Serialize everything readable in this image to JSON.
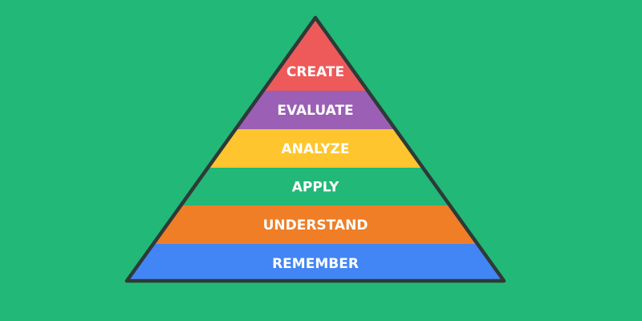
{
  "background_color": "#22b877",
  "outline_color": "#2e3a38",
  "levels": [
    {
      "label": "CREATE",
      "color": "#ee5a5a"
    },
    {
      "label": "EVALUATE",
      "color": "#9b5fb5"
    },
    {
      "label": "ANALYZE",
      "color": "#fec52e"
    },
    {
      "label": "APPLY",
      "color": "#22b877"
    },
    {
      "label": "UNDERSTAND",
      "color": "#ef7e27"
    },
    {
      "label": "REMEMBER",
      "color": "#4285f4"
    }
  ]
}
